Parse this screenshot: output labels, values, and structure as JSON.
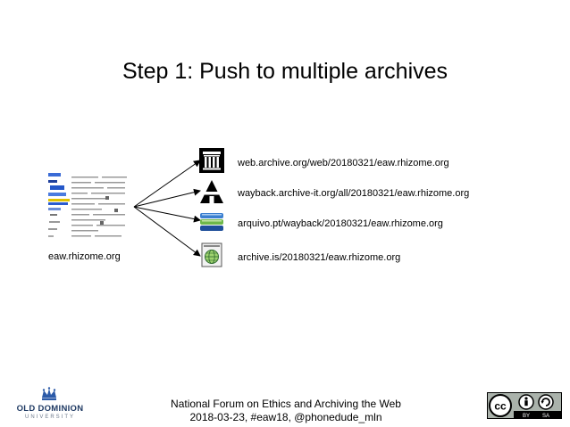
{
  "slide": {
    "title": "Step 1: Push to multiple archives"
  },
  "source": {
    "label": "eaw.rhizome.org"
  },
  "archives": [
    {
      "icon": "internet-archive-icon",
      "url": "web.archive.org/web/20180321/eaw.rhizome.org"
    },
    {
      "icon": "archive-it-icon",
      "url": "wayback.archive-it.org/all/20180321/eaw.rhizome.org"
    },
    {
      "icon": "arquivo-pt-icon",
      "url": "arquivo.pt/wayback/20180321/eaw.rhizome.org"
    },
    {
      "icon": "archive-is-icon",
      "url": "archive.is/20180321/eaw.rhizome.org"
    }
  ],
  "footer": {
    "line1": "National Forum on Ethics and Archiving the Web",
    "line2": "2018-03-23, #eaw18, @phonedude_mln"
  },
  "logo": {
    "name": "OLD DOMINION",
    "sub": "UNIVERSITY"
  },
  "license": {
    "cc": "cc",
    "by": "BY",
    "sa": "SA"
  },
  "colors": {
    "odu_navy": "#1f3a63",
    "odu_crown": "#2b5aa8",
    "arrow": "#000000"
  }
}
